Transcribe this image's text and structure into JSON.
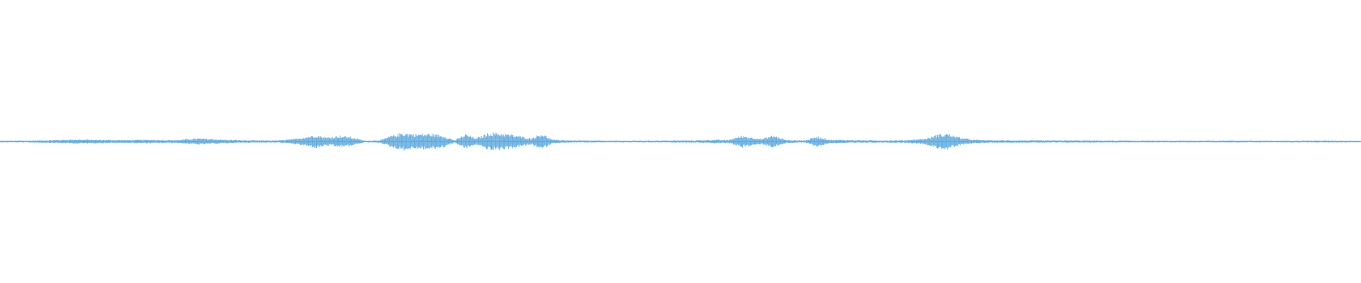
{
  "waveform": {
    "color": "#5aa7dc",
    "background": "#ffffff",
    "amplitude_normalized_max": 1.0,
    "envelope_points": [
      [
        0.0,
        0.06
      ],
      [
        0.02,
        0.07
      ],
      [
        0.04,
        0.1
      ],
      [
        0.055,
        0.14
      ],
      [
        0.07,
        0.12
      ],
      [
        0.09,
        0.1
      ],
      [
        0.11,
        0.12
      ],
      [
        0.13,
        0.1
      ],
      [
        0.145,
        0.22
      ],
      [
        0.155,
        0.18
      ],
      [
        0.165,
        0.12
      ],
      [
        0.185,
        0.08
      ],
      [
        0.205,
        0.08
      ],
      [
        0.215,
        0.16
      ],
      [
        0.225,
        0.32
      ],
      [
        0.232,
        0.45
      ],
      [
        0.24,
        0.28
      ],
      [
        0.25,
        0.4
      ],
      [
        0.258,
        0.3
      ],
      [
        0.268,
        0.06
      ],
      [
        0.28,
        0.1
      ],
      [
        0.288,
        0.42
      ],
      [
        0.296,
        0.6
      ],
      [
        0.306,
        0.5
      ],
      [
        0.316,
        0.55
      ],
      [
        0.326,
        0.4
      ],
      [
        0.334,
        0.08
      ],
      [
        0.342,
        0.5
      ],
      [
        0.35,
        0.22
      ],
      [
        0.36,
        0.62
      ],
      [
        0.37,
        0.55
      ],
      [
        0.38,
        0.4
      ],
      [
        0.39,
        0.22
      ],
      [
        0.398,
        0.55
      ],
      [
        0.406,
        0.12
      ],
      [
        0.42,
        0.08
      ],
      [
        0.45,
        0.06
      ],
      [
        0.48,
        0.07
      ],
      [
        0.51,
        0.08
      ],
      [
        0.525,
        0.12
      ],
      [
        0.535,
        0.1
      ],
      [
        0.545,
        0.4
      ],
      [
        0.552,
        0.3
      ],
      [
        0.56,
        0.18
      ],
      [
        0.568,
        0.42
      ],
      [
        0.578,
        0.1
      ],
      [
        0.592,
        0.08
      ],
      [
        0.6,
        0.36
      ],
      [
        0.61,
        0.12
      ],
      [
        0.625,
        0.1
      ],
      [
        0.645,
        0.08
      ],
      [
        0.665,
        0.09
      ],
      [
        0.68,
        0.2
      ],
      [
        0.688,
        0.45
      ],
      [
        0.696,
        0.55
      ],
      [
        0.704,
        0.3
      ],
      [
        0.715,
        0.12
      ],
      [
        0.73,
        0.09
      ],
      [
        0.76,
        0.08
      ],
      [
        0.79,
        0.08
      ],
      [
        0.82,
        0.07
      ],
      [
        0.86,
        0.06
      ],
      [
        0.9,
        0.07
      ],
      [
        0.94,
        0.06
      ],
      [
        0.97,
        0.07
      ],
      [
        1.0,
        0.06
      ]
    ]
  }
}
